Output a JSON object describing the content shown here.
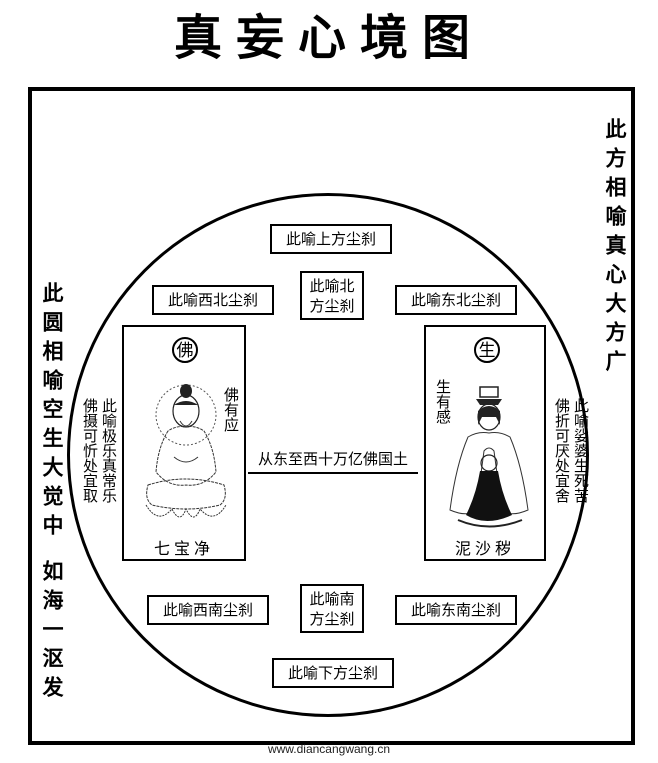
{
  "title": "真妄心境图",
  "side_right": "此方相喻真心大方广",
  "side_left": {
    "part1": "此圆相喻空生大觉中",
    "part2": "如海一沤发"
  },
  "directions": {
    "up": "此喻上方尘刹",
    "north": [
      "此喻北",
      "方尘刹"
    ],
    "northwest": "此喻西北尘刹",
    "northeast": "此喻东北尘刹",
    "south": [
      "此喻南",
      "方尘刹"
    ],
    "southwest": "此喻西南尘刹",
    "southeast": "此喻东南尘刹",
    "down": "此喻下方尘刹"
  },
  "center_text": "从东至西十万亿佛国土",
  "buddha_panel": {
    "badge": "佛",
    "response": "佛有应",
    "caption": "七宝净",
    "outer_col1": "此喻极乐真常乐",
    "outer_col2": "佛摄可忻处宜取",
    "figure": "seated-buddha-figure"
  },
  "being_panel": {
    "badge": "生",
    "response": "生有感",
    "caption": "泥沙秽",
    "outer_col1": "此喻娑婆生死苦",
    "outer_col2": "佛折可厌处宜舍",
    "figure": "kneeling-being-figure"
  },
  "footer": "www.diancangwang.cn"
}
